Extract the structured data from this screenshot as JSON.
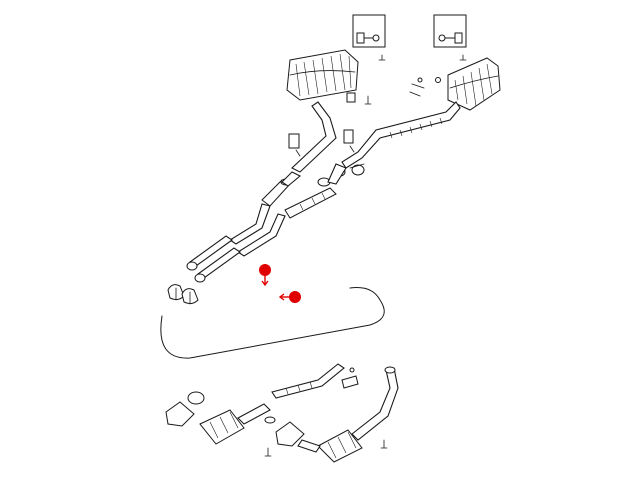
{
  "diagram": {
    "kind": "exhaust-system-exploded-view",
    "line_color": "#1a1a1a",
    "background": "#ffffff",
    "marker_color": "#e00000",
    "groups": [
      "rear-mufflers",
      "hangers",
      "resonator-x-pipe",
      "tailpipe-clamps",
      "front-pipes-catalytic-converters"
    ],
    "markers": [
      {
        "name": "hotspot-marker-down",
        "arrow": "down"
      },
      {
        "name": "hotspot-marker-left",
        "arrow": "left"
      }
    ]
  }
}
